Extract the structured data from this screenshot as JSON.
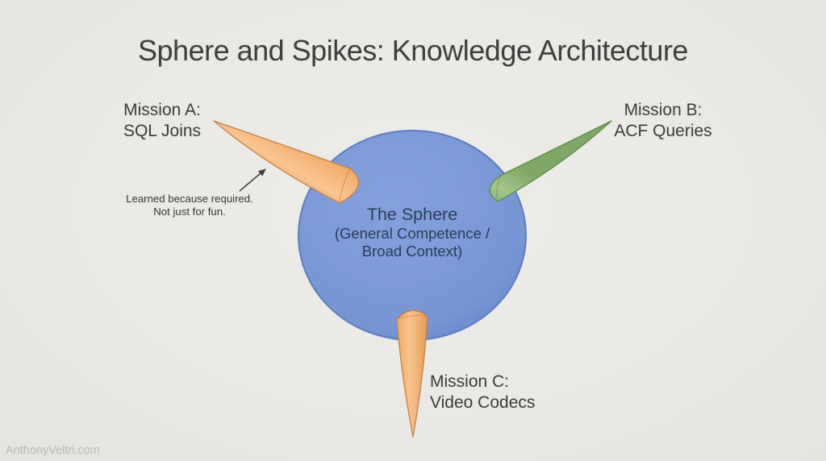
{
  "slide": {
    "title": "Sphere and Spikes: Knowledge Architecture",
    "watermark": "AnthonyVeltri.com"
  },
  "diagram": {
    "type": "sphere-and-spikes",
    "sphere": {
      "title": "The Sphere",
      "subtitle_line1": "(General Competence /",
      "subtitle_line2": "Broad Context)",
      "fill_color": "#7897d6",
      "edge_color": "#5a7ec1"
    },
    "spikes": [
      {
        "id": "mission-a",
        "label_line1": "Mission A:",
        "label_line2": "SQL Joins",
        "color": "#f0a869",
        "direction": "upper-left"
      },
      {
        "id": "mission-b",
        "label_line1": "Mission B:",
        "label_line2": "ACF Queries",
        "color": "#8fb477",
        "direction": "upper-right"
      },
      {
        "id": "mission-c",
        "label_line1": "Mission C:",
        "label_line2": "Video Codecs",
        "color": "#f0a869",
        "direction": "down"
      }
    ],
    "annotation": {
      "line1": "Learned because required.",
      "line2": "Not just for fun.",
      "arrow_color": "#3f3f3f",
      "points_at": "mission-a-spike"
    }
  },
  "colors": {
    "background": "#eae9e5",
    "title_text": "#3e3e3e",
    "label_text": "#3b3b3b",
    "sphere_text": "#2d3a54",
    "watermark_text": "#bdbcb8",
    "orange_spike": "#f0a869",
    "green_spike": "#8fb477",
    "sphere_blue": "#7897d6"
  }
}
